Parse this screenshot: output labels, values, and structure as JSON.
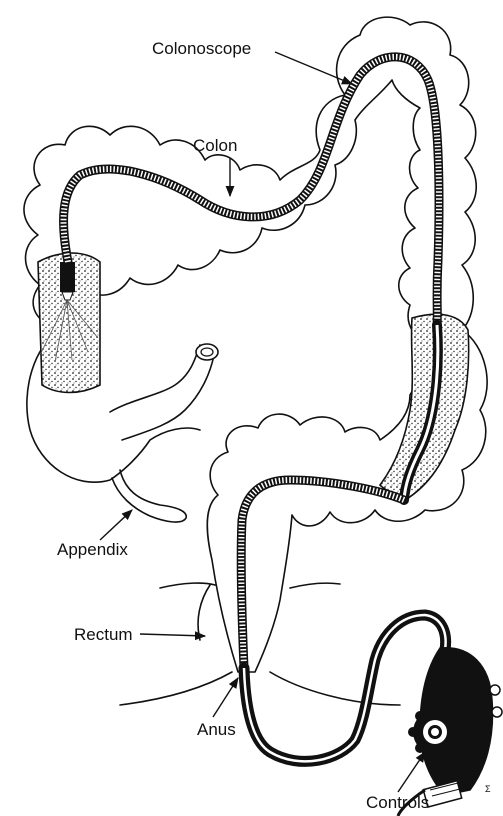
{
  "labels": {
    "colonoscope": "Colonoscope",
    "colon": "Colon",
    "appendix": "Appendix",
    "rectum": "Rectum",
    "anus": "Anus",
    "controls": "Controls"
  },
  "corner_mark": "Σ",
  "colors": {
    "ink": "#111111",
    "background": "#ffffff"
  }
}
